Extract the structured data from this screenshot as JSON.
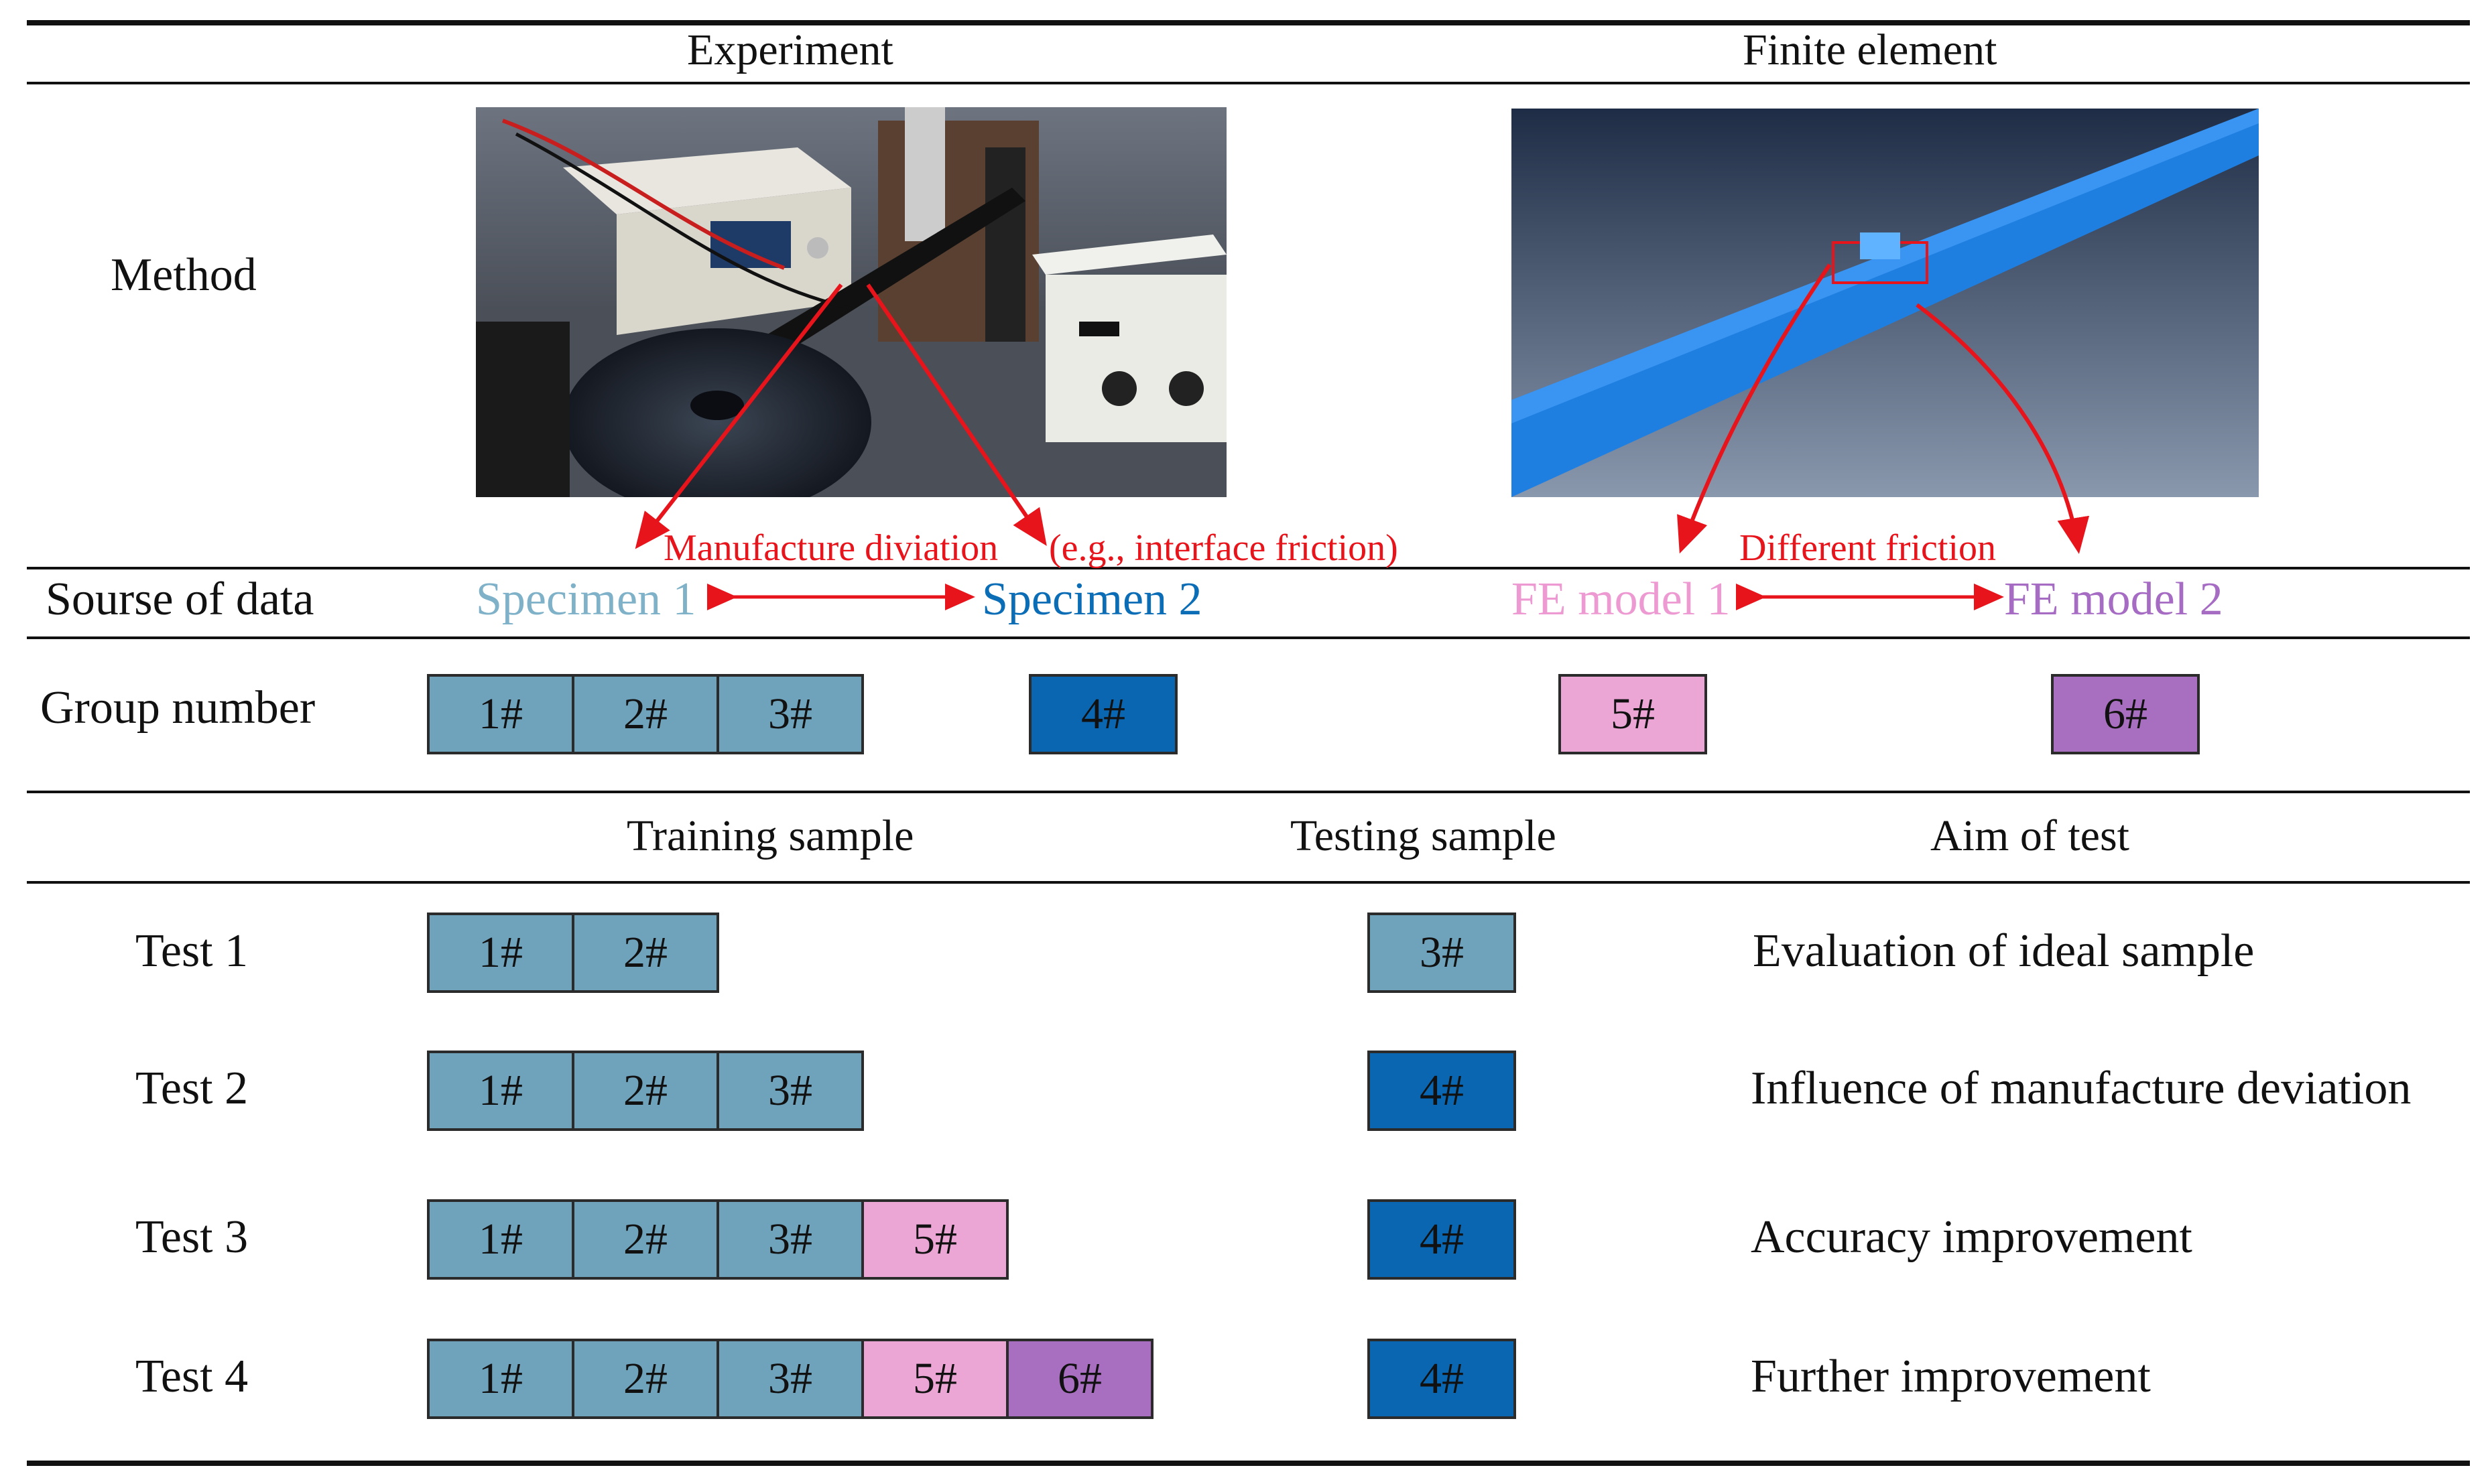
{
  "colors": {
    "group_1_3": "#6fa3bc",
    "group_4": "#0a66b0",
    "group_5": "#eba6d6",
    "group_6": "#a86fc0",
    "annotation_red": "#e8141b",
    "specimen1_text": "#7fb2c8",
    "specimen2_text": "#0b6db5",
    "fe1_text": "#ee9ad2",
    "fe2_text": "#a66cc4"
  },
  "header": {
    "experiment": "Experiment",
    "finite_element": "Finite element"
  },
  "method": {
    "label": "Method",
    "experiment_photo_icon": "lab-photo-icon",
    "fe_model_icon": "fe-model-render-icon"
  },
  "annotations": {
    "manufacture": "Manufacture diviation",
    "interface": "(e.g., interface friction)",
    "different_friction": "Different friction"
  },
  "source": {
    "label": "Sourse of data",
    "specimen1": "Specimen 1",
    "specimen2": "Specimen 2",
    "fe1": "FE model 1",
    "fe2": "FE model 2"
  },
  "group": {
    "label": "Group number",
    "g1": "1#",
    "g2": "2#",
    "g3": "3#",
    "g4": "4#",
    "g5": "5#",
    "g6": "6#"
  },
  "columns": {
    "training": "Training sample",
    "testing": "Testing sample",
    "aim": "Aim of test"
  },
  "tests": [
    {
      "label": "Test 1",
      "training": [
        "1#",
        "2#"
      ],
      "testing": "3#",
      "aim": "Evaluation of ideal sample"
    },
    {
      "label": "Test 2",
      "training": [
        "1#",
        "2#",
        "3#"
      ],
      "testing": "4#",
      "aim": "Influence of manufacture deviation"
    },
    {
      "label": "Test 3",
      "training": [
        "1#",
        "2#",
        "3#",
        "5#"
      ],
      "testing": "4#",
      "aim": "Accuracy improvement"
    },
    {
      "label": "Test 4",
      "training": [
        "1#",
        "2#",
        "3#",
        "5#",
        "6#"
      ],
      "testing": "4#",
      "aim": "Further improvement"
    }
  ]
}
